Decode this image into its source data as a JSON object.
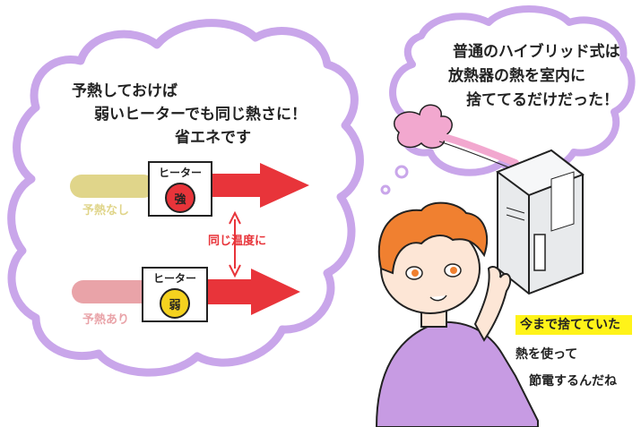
{
  "scene": {
    "left_bubble_lines": [
      "予熱しておけば",
      "弱いヒーターでも同じ熱さに！",
      "省エネです"
    ],
    "right_bubble_lines": [
      "普通のハイブリッド式は",
      "放熱器の熱を室内に",
      "捨ててるだけだった！"
    ],
    "bottom_right_lines": [
      "今まで捨てていた",
      "熱を使って",
      "節電するんだね"
    ]
  },
  "diagram": {
    "top_row": {
      "label": "予熱なし",
      "heater_label": "ヒーター",
      "dial_label": "強"
    },
    "bottom_row": {
      "label": "予熱あり",
      "heater_label": "ヒーター",
      "dial_label": "弱"
    },
    "middle_label": "同じ温度に"
  },
  "colors": {
    "cloud_border": "#c9a6ea",
    "arrow_red": "#e8343a",
    "bar_yellow": "#e0d58a",
    "bar_pink": "#e9a3a8",
    "dial_strong": "#e8343a",
    "dial_weak": "#f5d21f",
    "hair": "#f08030",
    "shirt": "#c79be3",
    "steam_pink": "#f2a8cf",
    "appliance": "#e8eaec",
    "highlight_yellow": "#fff200"
  }
}
